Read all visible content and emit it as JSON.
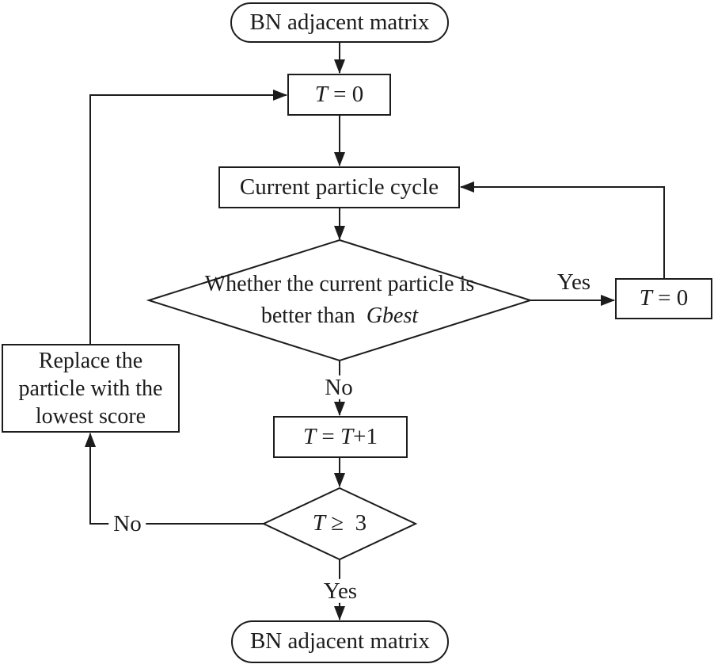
{
  "flowchart": {
    "title": "PSO Bayesian-network flowchart",
    "colors": {
      "stroke": "#1c1c1c",
      "text": "#1c1c1c",
      "background": "#ffffff"
    },
    "nodes": {
      "start": {
        "label": "BN adjacent matrix"
      },
      "t_init": {
        "italic": "T",
        "rest": " = 0"
      },
      "cycle": {
        "label": "Current particle cycle"
      },
      "decision_gbest": {
        "line1": "Whether the current particle is",
        "line2_prefix": "better than  ",
        "line2_italic": "Gbest"
      },
      "t_reset": {
        "italic": "T",
        "rest": " = 0"
      },
      "replace": {
        "lines": [
          "Replace the",
          "particle with the",
          "lowest score"
        ]
      },
      "t_increment": {
        "italic1": "T",
        "mid": " = ",
        "italic2": "T",
        "rest": "+1"
      },
      "decision_t3": {
        "italic": "T",
        "rest": " ≥  3"
      },
      "end": {
        "label": "BN adjacent matrix"
      }
    },
    "edge_labels": {
      "yes_right": "Yes",
      "no_down": "No",
      "no_left": "No",
      "yes_down": "Yes"
    }
  }
}
